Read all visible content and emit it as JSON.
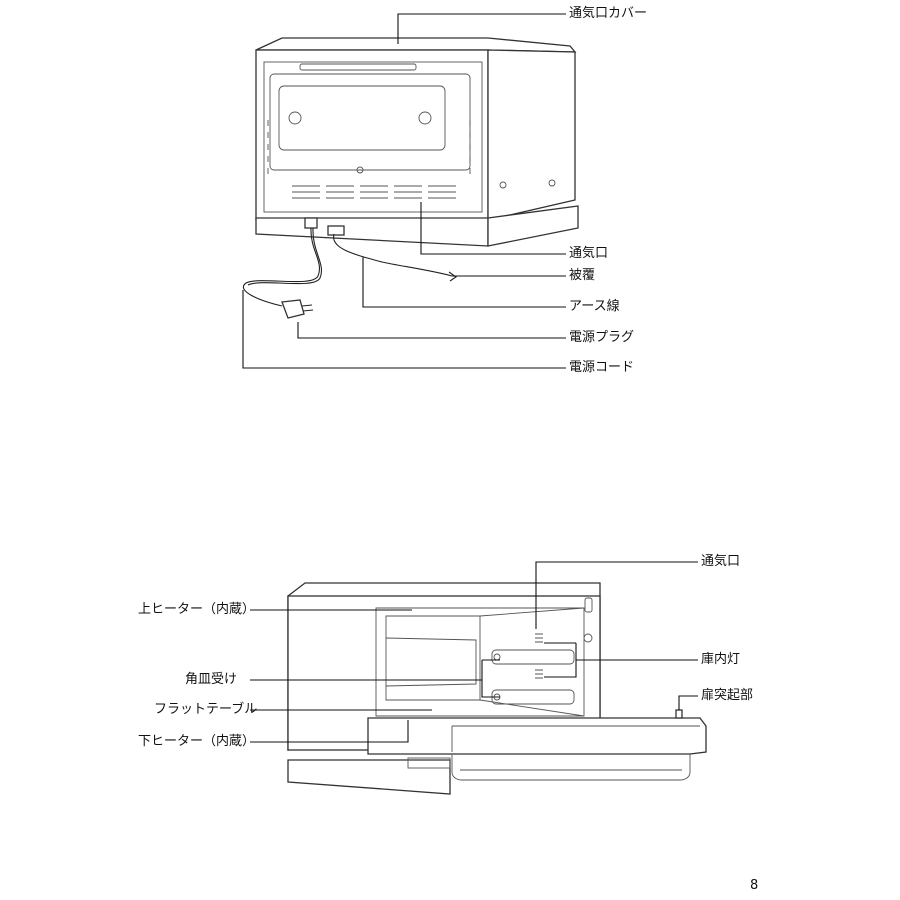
{
  "top_diagram": {
    "labels": {
      "vent_cover": "通気口カバー",
      "vent": "通気口",
      "sheath": "被覆",
      "earth_wire": "アース線",
      "power_plug": "電源プラグ",
      "power_cord": "電源コード"
    }
  },
  "bottom_diagram": {
    "labels": {
      "vent": "通気口",
      "upper_heater": "上ヒーター（内蔵）",
      "interior_light": "庫内灯",
      "door_protrusion": "扉突起部",
      "corner_tray_holder": "角皿受け",
      "flat_table": "フラットテーブル",
      "lower_heater": "下ヒーター（内蔵）"
    }
  },
  "page_number": "8"
}
